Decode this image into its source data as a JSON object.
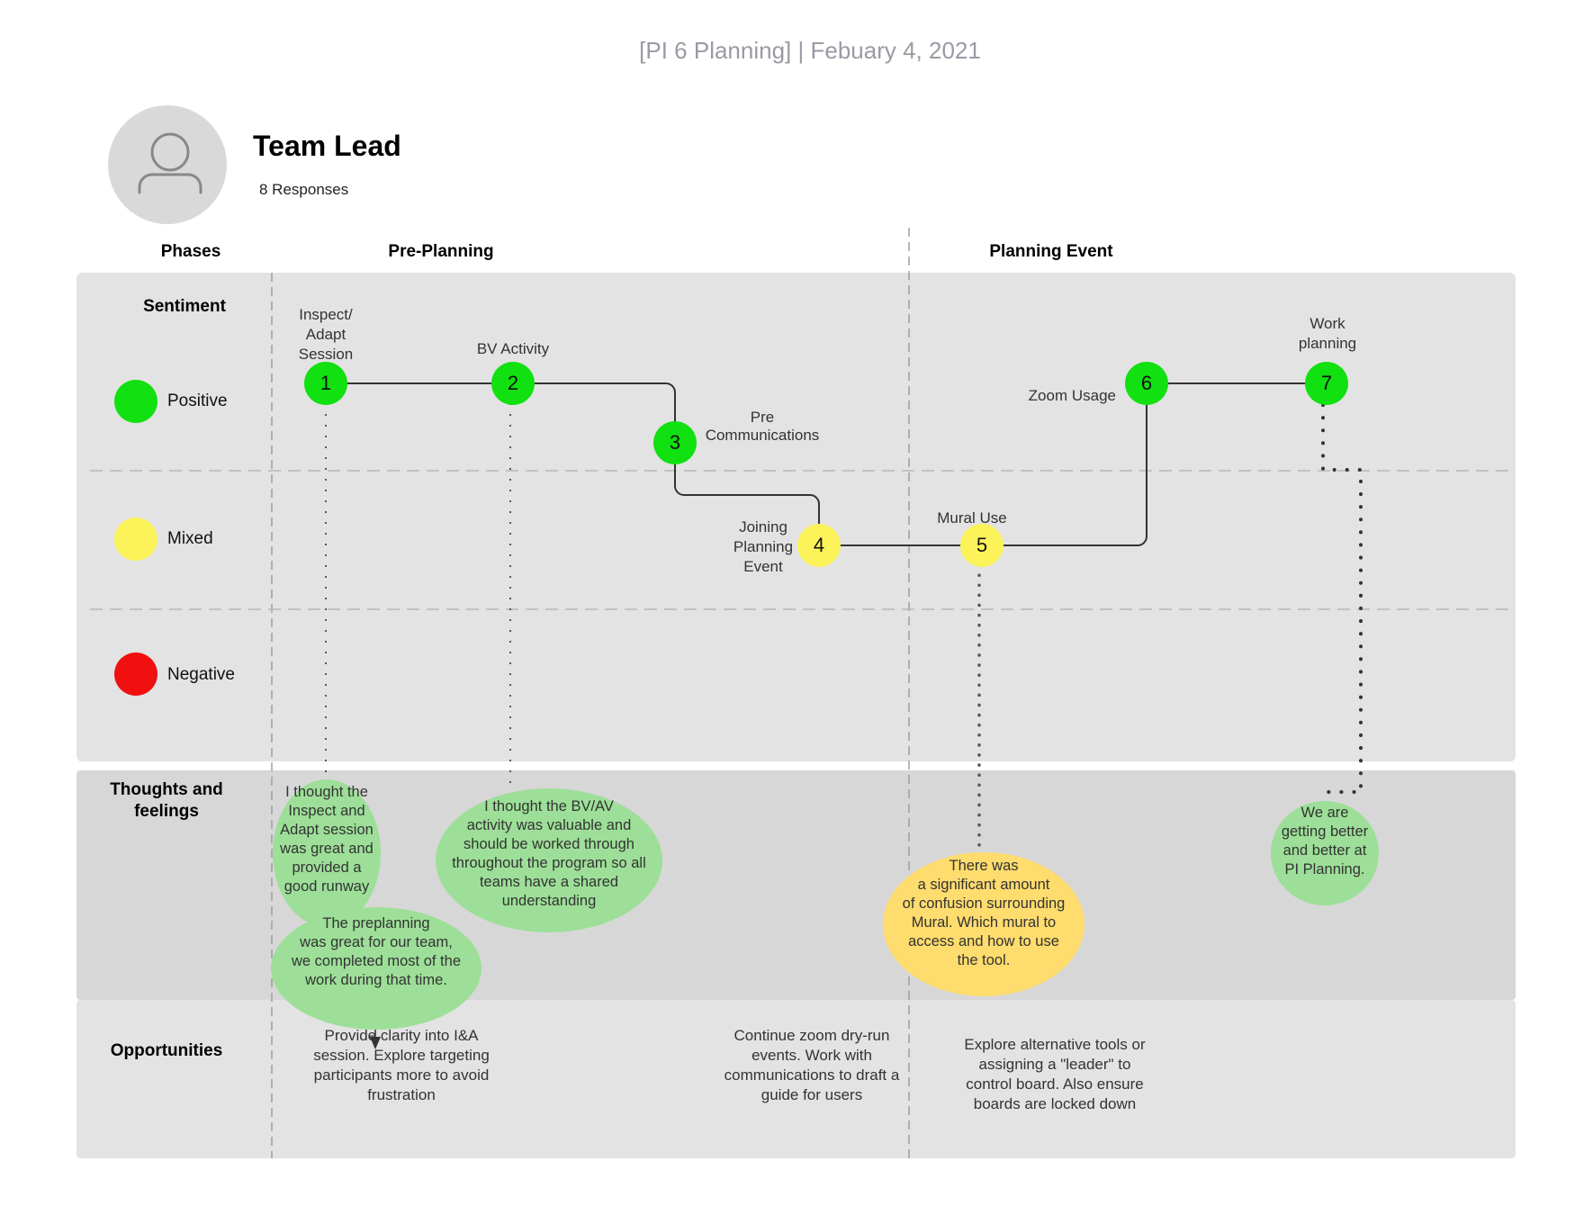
{
  "header": {
    "title": "[PI 6 Planning]  |  Febuary 4, 2021"
  },
  "persona": {
    "icon": "user-icon",
    "name": "Team Lead",
    "responses": "8 Responses"
  },
  "phases": {
    "label": "Phases",
    "items": [
      "Pre-Planning",
      "Planning Event"
    ]
  },
  "sentiment": {
    "label": "Sentiment",
    "levels": [
      {
        "label": "Positive",
        "color": "#11e011"
      },
      {
        "label": "Mixed",
        "color": "#fcf35a"
      },
      {
        "label": "Negative",
        "color": "#f01010"
      }
    ]
  },
  "steps": [
    {
      "number": "1",
      "label": [
        "Inspect/",
        "Adapt",
        "Session"
      ],
      "sentiment": "Positive"
    },
    {
      "number": "2",
      "label": [
        "BV Activity"
      ],
      "sentiment": "Positive"
    },
    {
      "number": "3",
      "label": [
        "Pre",
        "Communications"
      ],
      "sentiment": "Positive"
    },
    {
      "number": "4",
      "label": [
        "Joining",
        "Planning",
        "Event"
      ],
      "sentiment": "Mixed"
    },
    {
      "number": "5",
      "label": [
        "Mural Use"
      ],
      "sentiment": "Mixed"
    },
    {
      "number": "6",
      "label": [
        "Zoom Usage"
      ],
      "sentiment": "Positive"
    },
    {
      "number": "7",
      "label": [
        "Work",
        "planning"
      ],
      "sentiment": "Positive"
    }
  ],
  "thoughts": {
    "label": [
      "Thoughts and",
      "feelings"
    ],
    "bubbles": [
      {
        "lines": [
          "I thought the",
          "Inspect and",
          "Adapt session",
          "was great and",
          "provided a",
          "good runway"
        ],
        "color": "#9ddf98"
      },
      {
        "lines": [
          "I thought the BV/AV",
          "activity was valuable and",
          "should be worked through",
          "throughout the program so all",
          "teams have a shared",
          "understanding"
        ],
        "color": "#9ddf98"
      },
      {
        "lines": [
          "The preplanning",
          "was great for our team,",
          "we completed most of the",
          "work during that time."
        ],
        "color": "#9ddf98"
      },
      {
        "lines": [
          "There was",
          "a significant amount",
          "of confusion surrounding",
          "Mural. Which mural to",
          "access and how to use",
          "the tool."
        ],
        "color": "#fedc6e"
      },
      {
        "lines": [
          "We are",
          "getting better",
          "and better at",
          "PI Planning."
        ],
        "color": "#9ddf98"
      }
    ]
  },
  "opportunities": {
    "label": "Opportunities",
    "items": [
      {
        "lines": [
          "Provide clarity into I&A",
          "session. Explore targeting",
          "participants more to avoid",
          "frustration"
        ]
      },
      {
        "lines": [
          "Continue zoom dry-run",
          "events. Work with",
          "communications to draft a",
          "guide for users"
        ]
      },
      {
        "lines": [
          "Explore alternative tools or",
          "assigning a \"leader\" to",
          "control board. Also ensure",
          "boards are locked down"
        ]
      }
    ]
  }
}
